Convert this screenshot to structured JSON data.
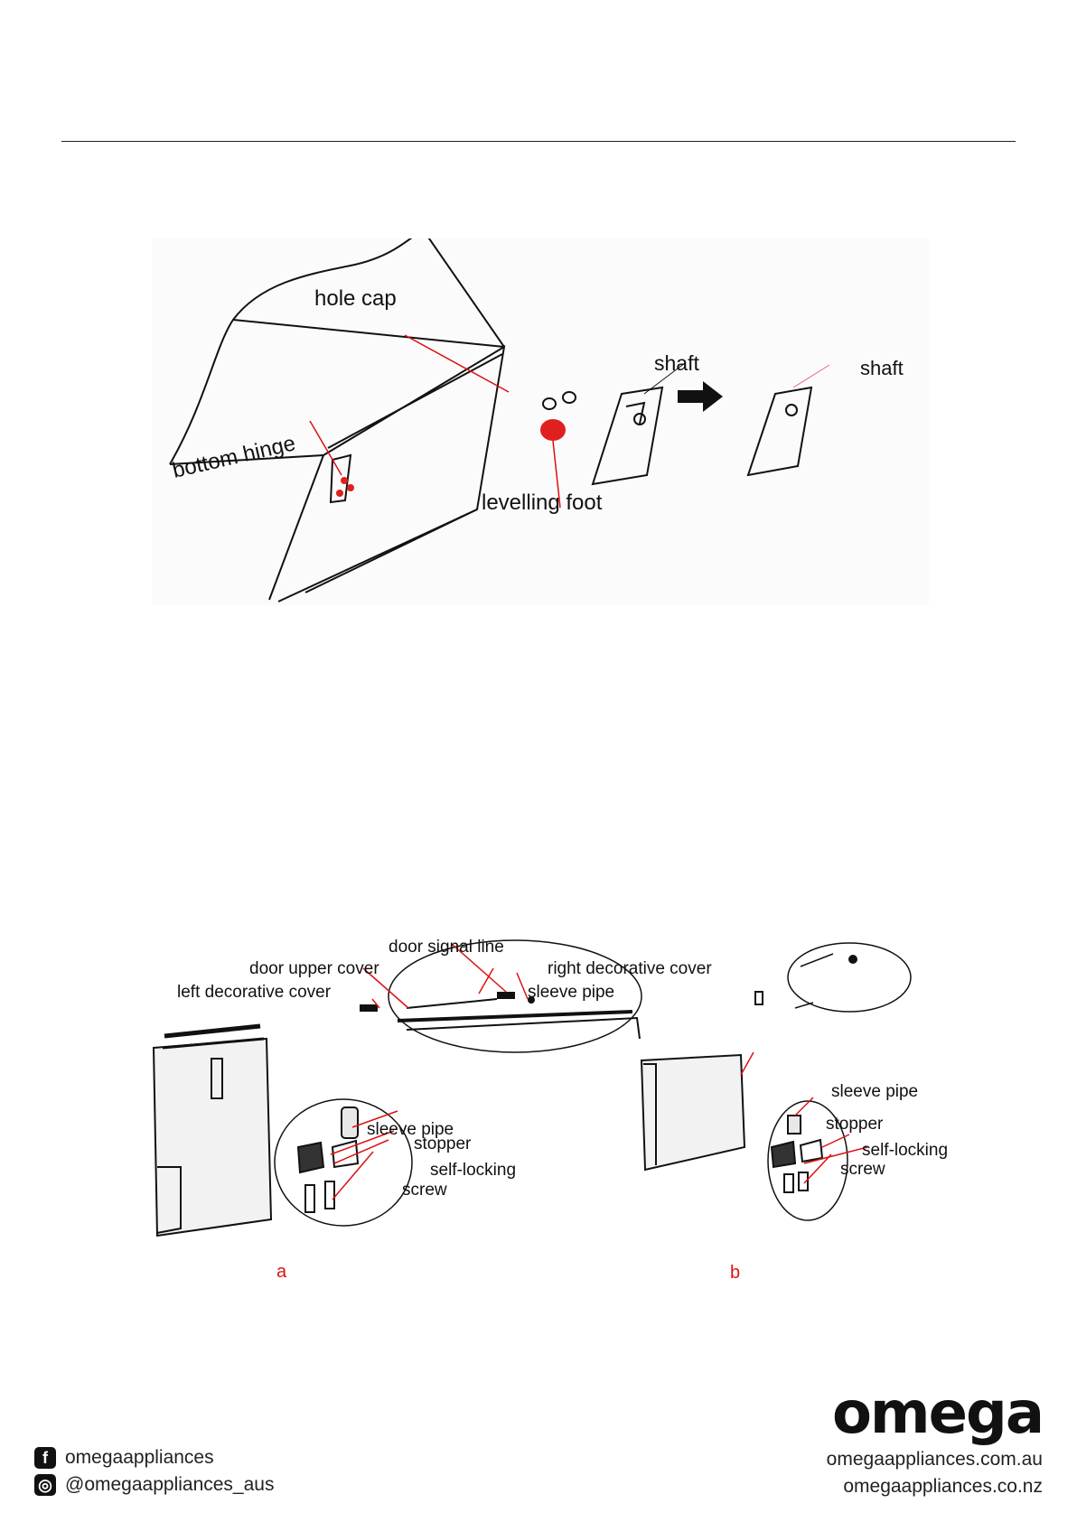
{
  "figure1": {
    "labels": {
      "hole_cap": "hole cap",
      "bottom_hinge": "bottom hinge",
      "levelling_foot": "levelling foot",
      "shaft_1": "shaft",
      "shaft_2": "shaft"
    }
  },
  "figure2": {
    "labels": {
      "door_signal_line": "door signal line",
      "door_upper_cover": "door upper cover",
      "right_decorative_cover": "right decorative cover",
      "left_decorative_cover": "left decorative cover",
      "sleeve_pipe_top": "sleeve pipe",
      "sleeve_pipe_a": "sleeve pipe",
      "stopper_a": "stopper",
      "self_locking_a": "self-locking",
      "screw_a": "screw",
      "caption_a": "a",
      "sleeve_pipe_b": "sleeve pipe",
      "stopper_b": "stopper",
      "self_locking_b": "self-locking",
      "screw_b": "screw",
      "caption_b": "b"
    }
  },
  "footer": {
    "brand": "omega",
    "facebook": "omegaappliances",
    "instagram": "@omegaappliances_aus",
    "site_au": "omegaappliances.com.au",
    "site_nz": "omegaappliances.co.nz",
    "facebook_icon": "facebook-icon",
    "instagram_icon": "instagram-icon"
  }
}
